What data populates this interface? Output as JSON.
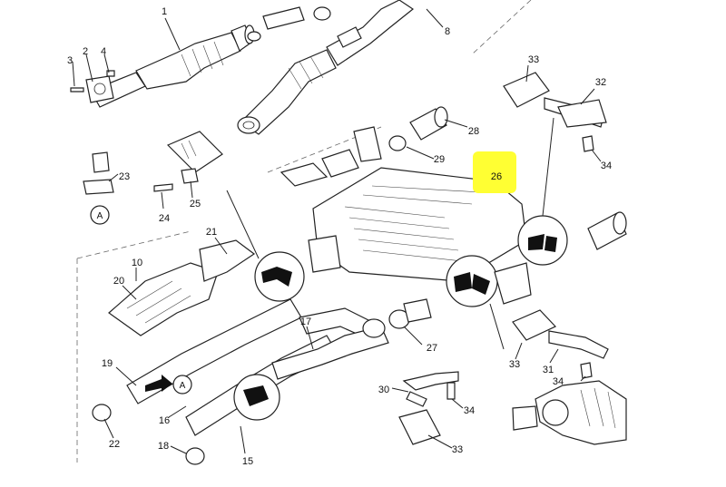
{
  "highlight_color": "#ffff33",
  "labels": [
    {
      "key": "p1",
      "text": "1"
    },
    {
      "key": "p2",
      "text": "2"
    },
    {
      "key": "p3",
      "text": "3"
    },
    {
      "key": "p4",
      "text": "4"
    },
    {
      "key": "p8",
      "text": "8"
    },
    {
      "key": "p10",
      "text": "10"
    },
    {
      "key": "p15",
      "text": "15"
    },
    {
      "key": "p16",
      "text": "16"
    },
    {
      "key": "p17",
      "text": "17"
    },
    {
      "key": "p18",
      "text": "18"
    },
    {
      "key": "p19",
      "text": "19"
    },
    {
      "key": "p20",
      "text": "20"
    },
    {
      "key": "p21",
      "text": "21"
    },
    {
      "key": "p22",
      "text": "22"
    },
    {
      "key": "p23",
      "text": "23"
    },
    {
      "key": "p24",
      "text": "24"
    },
    {
      "key": "p25",
      "text": "25"
    },
    {
      "key": "p26",
      "text": "26"
    },
    {
      "key": "p27",
      "text": "27"
    },
    {
      "key": "p28",
      "text": "28"
    },
    {
      "key": "p29",
      "text": "29"
    },
    {
      "key": "p30",
      "text": "30"
    },
    {
      "key": "p31",
      "text": "31"
    },
    {
      "key": "p32",
      "text": "32"
    },
    {
      "key": "p33a",
      "text": "33"
    },
    {
      "key": "p33b",
      "text": "33"
    },
    {
      "key": "p33c",
      "text": "33"
    },
    {
      "key": "p34a",
      "text": "34"
    },
    {
      "key": "p34b",
      "text": "34"
    },
    {
      "key": "p34c",
      "text": "34"
    }
  ],
  "callouts": {
    "a1": "A",
    "a2": "A"
  }
}
